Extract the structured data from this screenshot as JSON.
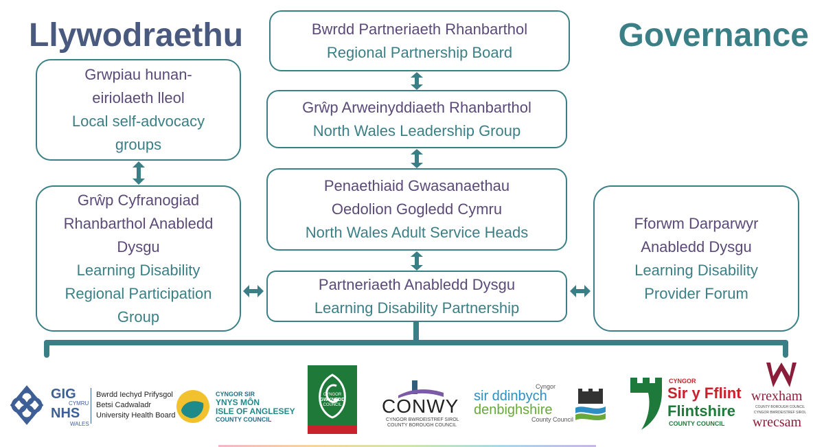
{
  "titles": {
    "welsh": "Llywodraethu",
    "english": "Governance"
  },
  "boxes": {
    "rpb": {
      "welsh": "Bwrdd Partneriaeth Rhanbarthol",
      "english": "Regional Partnership Board"
    },
    "nwlg": {
      "welsh": "Grŵp Arweinyddiaeth Rhanbarthol",
      "english": "North Wales Leadership Group"
    },
    "heads": {
      "welsh1": "Penaethiaid Gwasanaethau",
      "welsh2": "Oedolion Gogledd Cymru",
      "english": "North Wales Adult Service Heads"
    },
    "ldp": {
      "welsh": "Partneriaeth Anabledd Dysgu",
      "english": "Learning Disability Partnership"
    },
    "selfadv": {
      "welsh1": "Grwpiau hunan-",
      "welsh2": "eiriolaeth lleol",
      "english1": "Local self-advocacy",
      "english2": "groups"
    },
    "participation": {
      "welsh1": "Grŵp Cyfranogiad",
      "welsh2": "Rhanbarthol Anabledd",
      "welsh3": "Dysgu",
      "english1": "Learning Disability",
      "english2": "Regional Participation",
      "english3": "Group"
    },
    "provider": {
      "welsh1": "Fforwm Darparwyr",
      "welsh2": "Anabledd Dysgu",
      "english1": "Learning Disability",
      "english2": "Provider Forum"
    }
  },
  "logos": {
    "nhs": {
      "gig": "GIG",
      "cymru": "CYMRU",
      "nhs": "NHS",
      "wales": "WALES",
      "line1": "Bwrdd Iechyd Prifysgol",
      "line2": "Betsi Cadwaladr",
      "line3": "University Health Board"
    },
    "anglesey": {
      "line1": "CYNGOR SIR",
      "line2": "YNYS MÔN",
      "line3": "ISLE OF ANGLESEY",
      "line4": "COUNTY COUNCIL"
    },
    "gwynedd": {
      "line1": "CYNGOR",
      "line2": "GWYNEDD",
      "line3": "COUNCIL"
    },
    "conwy": {
      "name": "CONWY",
      "line1": "CYNGOR BWRDEISTREF SIROL",
      "line2": "COUNTY BOROUGH COUNCIL"
    },
    "denbighshire": {
      "cyngor": "Cyngor",
      "welsh": "sir ddinbych",
      "english": "denbighshire",
      "sub": "County Council"
    },
    "flintshire": {
      "cyngor": "CYNGOR",
      "welsh": "Sir y Fflint",
      "english": "Flintshire",
      "sub": "COUNTY COUNCIL"
    },
    "wrexham": {
      "english": "wrexham",
      "sub1": "COUNTY BOROUGH COUNCIL",
      "sub2": "CYNGOR BWRDEISTREF SIROL",
      "welsh": "wrecsam"
    }
  },
  "colors": {
    "teal": "#3b7f86",
    "purple": "#5b4a78",
    "navy": "#4a5a7e"
  }
}
